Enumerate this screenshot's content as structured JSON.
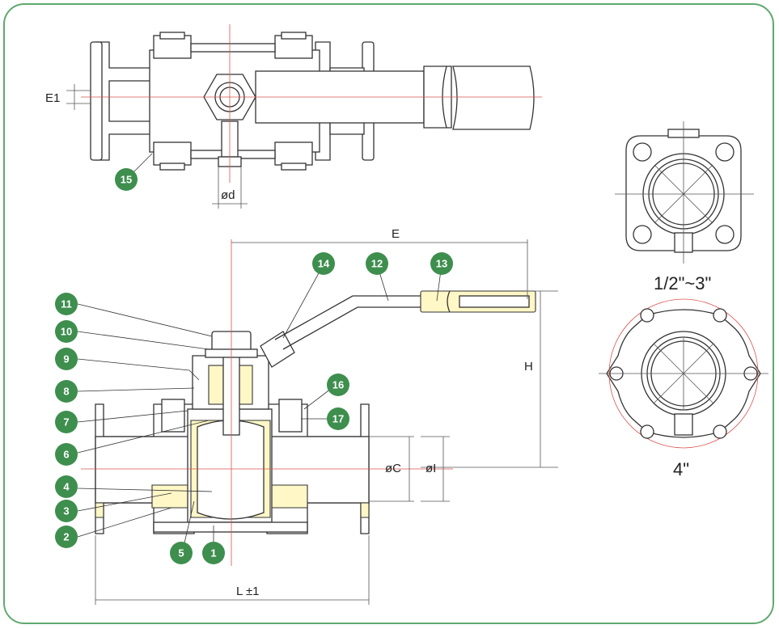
{
  "dimensions": {
    "E1": "E1",
    "d": "ød",
    "E": "E",
    "H": "H",
    "C": "øC",
    "I": "øI",
    "L": "L ±1"
  },
  "flange_views": {
    "small_size": "1/2\"~3\"",
    "large_size": "4\""
  },
  "part_numbers": [
    "1",
    "2",
    "3",
    "4",
    "5",
    "6",
    "7",
    "8",
    "9",
    "10",
    "11",
    "12",
    "13",
    "14",
    "15",
    "16",
    "17"
  ],
  "colors": {
    "badge": "#3e8e4e",
    "frame": "#5fa86e",
    "highlight": "#fff7c6",
    "centerline": "#d9534f"
  }
}
